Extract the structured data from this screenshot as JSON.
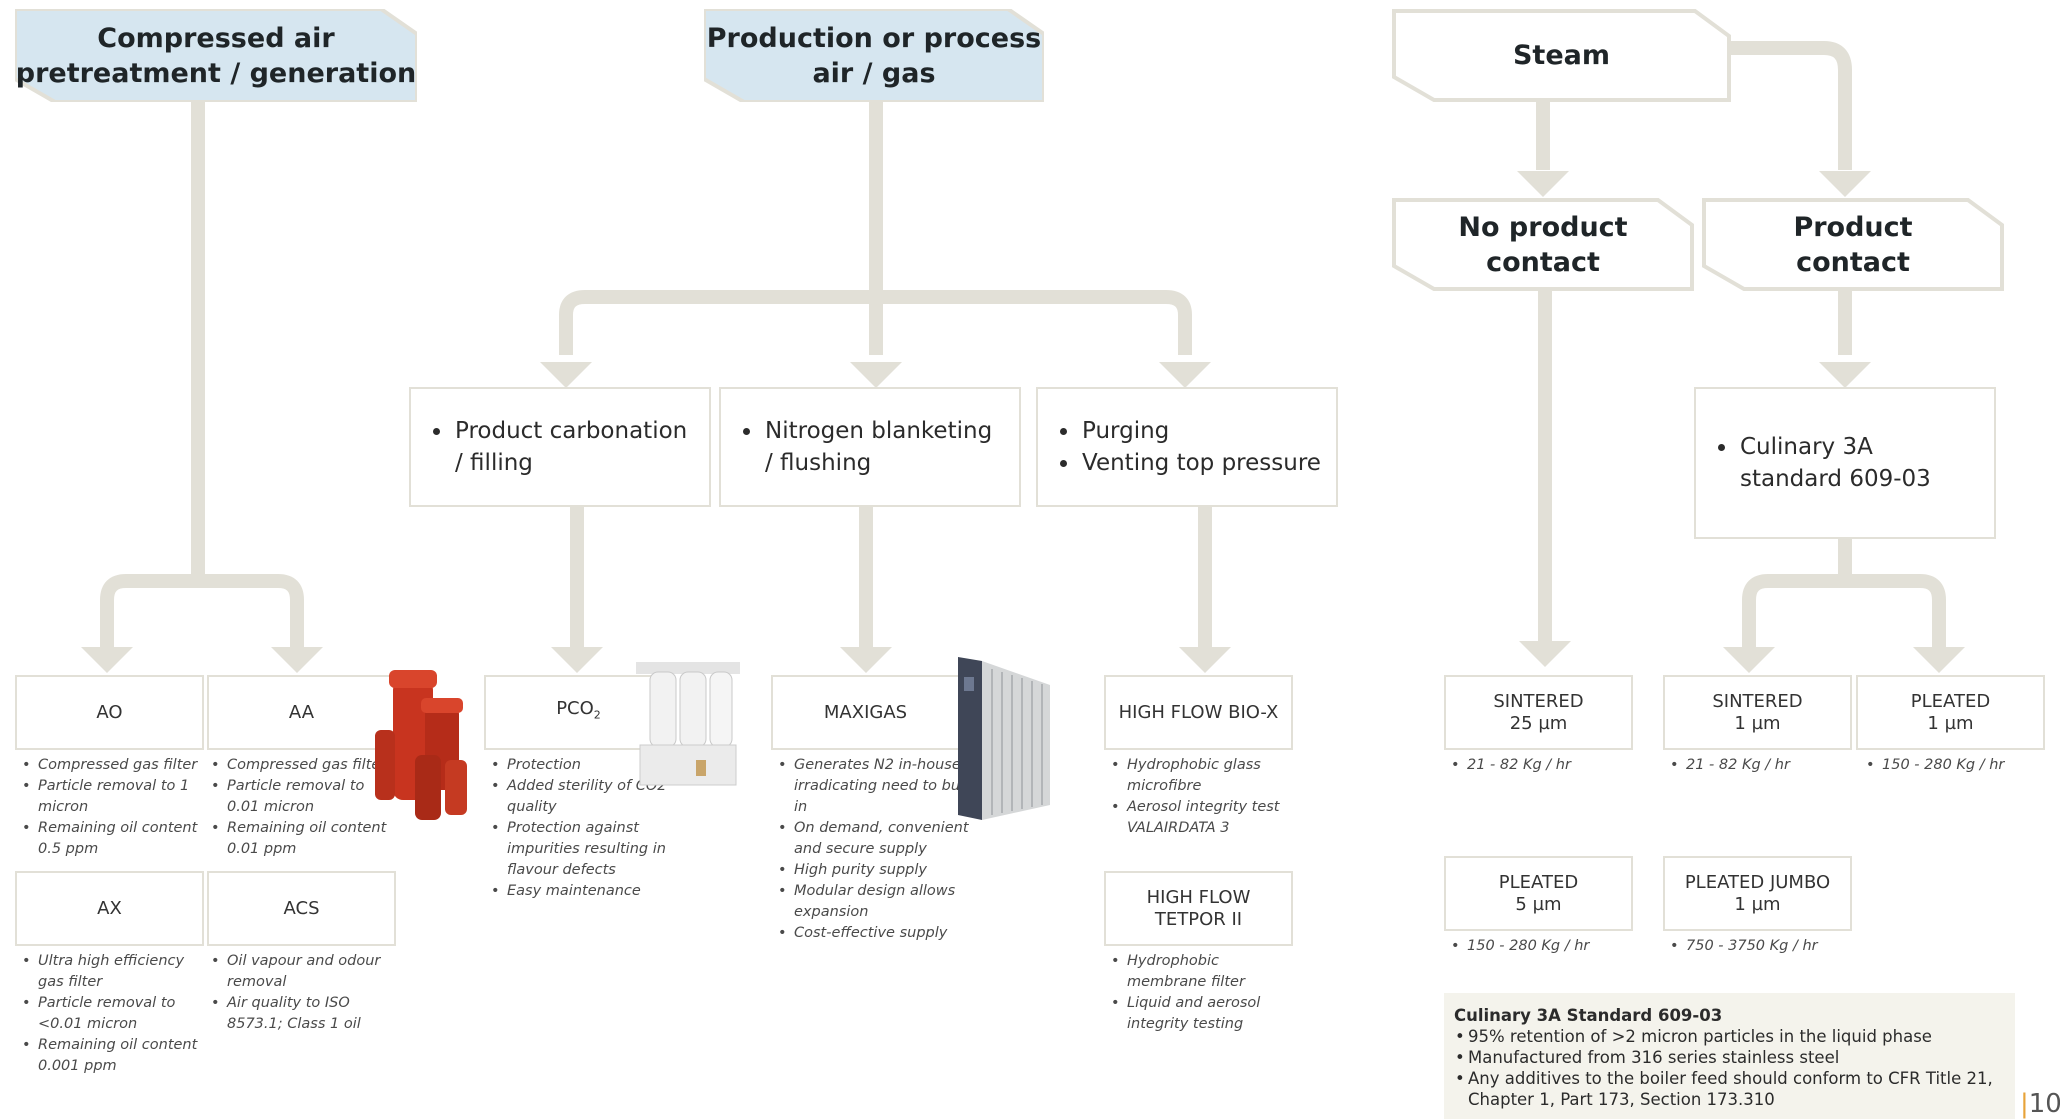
{
  "headers": {
    "compressed_air": "Compressed air\npretreatment / generation",
    "production_air": "Production or process\nair / gas",
    "steam": "Steam",
    "no_product_contact": "No product\ncontact",
    "product_contact": "Product\ncontact"
  },
  "applications": {
    "carbonation": [
      "Product carbonation / filling"
    ],
    "nitrogen": [
      "Nitrogen blanketing / flushing"
    ],
    "purging": [
      "Purging",
      "Venting top pressure"
    ],
    "culinary": [
      "Culinary 3A standard 609-03"
    ]
  },
  "products": {
    "ao": {
      "name": "AO",
      "notes": [
        "Compressed gas filter",
        "Particle removal to 1 micron",
        "Remaining oil content 0.5 ppm"
      ]
    },
    "aa": {
      "name": "AA",
      "notes": [
        "Compressed gas filter",
        "Particle removal to 0.01 micron",
        "Remaining oil content 0.01 ppm"
      ]
    },
    "ax": {
      "name": "AX",
      "notes": [
        "Ultra high efficiency gas filter",
        "Particle removal to <0.01 micron",
        "Remaining oil content 0.001 ppm"
      ]
    },
    "acs": {
      "name": "ACS",
      "notes": [
        "Oil vapour and odour removal",
        "Air quality to ISO 8573.1; Class 1 oil"
      ]
    },
    "pco2": {
      "name": "PCO",
      "sub": "2",
      "notes": [
        "Protection",
        "Added sterility of CO2 quality",
        "Protection against impurities resulting in flavour defects",
        "Easy maintenance"
      ]
    },
    "maxigas": {
      "name": "MAXIGAS",
      "notes": [
        "Generates N2 in-house irradicating need to buy in",
        "On demand, convenient and secure supply",
        "High purity supply",
        "Modular design allows expansion",
        "Cost-effective supply"
      ]
    },
    "bio_x": {
      "name": "HIGH FLOW BIO-X",
      "notes": [
        "Hydrophobic glass microfibre",
        "Aerosol integrity test VALAIRDATA 3"
      ]
    },
    "tetpor": {
      "name": "HIGH FLOW\nTETPOR II",
      "notes": [
        "Hydrophobic membrane filter",
        "Liquid and aerosol integrity testing"
      ]
    },
    "sintered_25": {
      "name": "SINTERED\n25 µm",
      "notes": [
        "21 - 82 Kg / hr"
      ]
    },
    "pleated_5": {
      "name": "PLEATED\n5 µm",
      "notes": [
        "150 - 280 Kg / hr"
      ]
    },
    "sintered_1": {
      "name": "SINTERED\n1 µm",
      "notes": [
        "21 - 82 Kg / hr"
      ]
    },
    "pleated_1": {
      "name": "PLEATED\n1 µm",
      "notes": [
        "150 - 280 Kg / hr"
      ]
    },
    "pleated_jumbo": {
      "name": "PLEATED JUMBO\n1 µm",
      "notes": [
        "750 - 3750 Kg / hr"
      ]
    }
  },
  "info": {
    "title": "Culinary 3A Standard 609-03",
    "items": [
      "95% retention of >2 micron particles in the liquid phase",
      "Manufactured from 316 series stainless steel",
      "Any additives to the boiler feed should conform to CFR Title 21, Chapter 1, Part 173, Section 173.310"
    ]
  },
  "page_number": "10",
  "colors": {
    "connector": "#e2e0d7",
    "header_fill": "#d6e6f0",
    "accent": "#e8a33a"
  }
}
